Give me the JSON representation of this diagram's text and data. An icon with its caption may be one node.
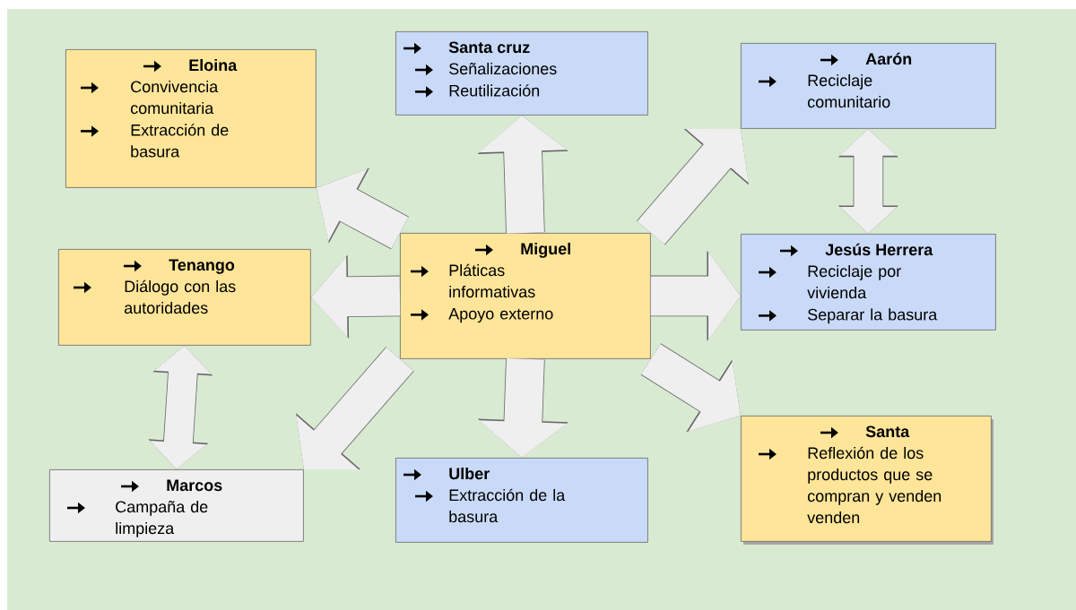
{
  "diagram": {
    "nodes": [
      {
        "text": [
          "Eloina",
          "Convivencia comunitaria",
          "Extracción de basura"
        ]
      },
      {
        "text": [
          "Santa cruz",
          "Señalizaciones",
          "Reutilización"
        ]
      },
      {
        "text": [
          "Aarón",
          "Reciclaje comunitario"
        ]
      },
      {
        "text": [
          "Miguel",
          "Pláticas informativas",
          "Apoyo externo"
        ]
      },
      {
        "text": [
          "Tenango",
          "Diálogo con las autoridades"
        ]
      },
      {
        "text": [
          "Jesús Herrera",
          "Reciclaje por vivienda",
          "Separar la basura"
        ]
      },
      {
        "text": [
          "Marcos",
          "Campaña de limpieza"
        ]
      },
      {
        "text": [
          "Ulber",
          "Extracción de la basura"
        ]
      },
      {
        "text": [
          "Santa",
          "Reflexión de los productos que se compran y venden venden"
        ]
      }
    ],
    "edges": [
      {
        "from": 3,
        "to": 0,
        "arrow": "to"
      },
      {
        "from": 3,
        "to": 1,
        "arrow": "to"
      },
      {
        "from": 3,
        "to": 2,
        "arrow": "to"
      },
      {
        "from": 3,
        "to": 4,
        "arrow": "to"
      },
      {
        "from": 3,
        "to": 5,
        "arrow": "to"
      },
      {
        "from": 2,
        "to": 5,
        "arrow": "both"
      },
      {
        "from": 4,
        "to": 6,
        "arrow": "both"
      },
      {
        "from": 3,
        "to": 6,
        "arrow": "to"
      },
      {
        "from": 3,
        "to": 7,
        "arrow": "to"
      },
      {
        "from": 3,
        "to": 8,
        "arrow": "to"
      }
    ]
  }
}
